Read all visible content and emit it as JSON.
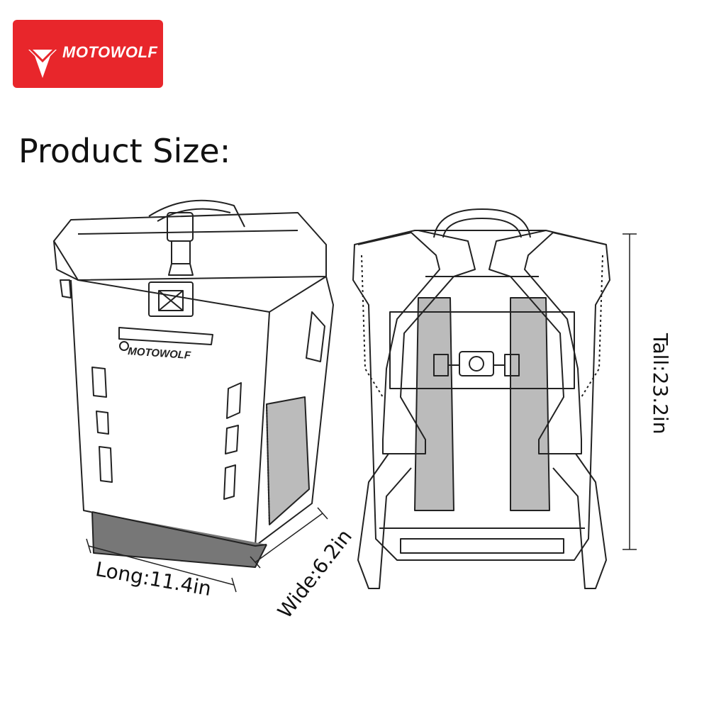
{
  "brand": {
    "name": "MOTOWOLF",
    "color": "#e8262b",
    "icon": "motowolf-logo-icon"
  },
  "title": "Product Size:",
  "dimensions": {
    "long": "Long:11.4in",
    "wide": "Wide:6.2in",
    "tall": "Tall:23.2in"
  },
  "front_brand_print": "MOTOWOLF"
}
